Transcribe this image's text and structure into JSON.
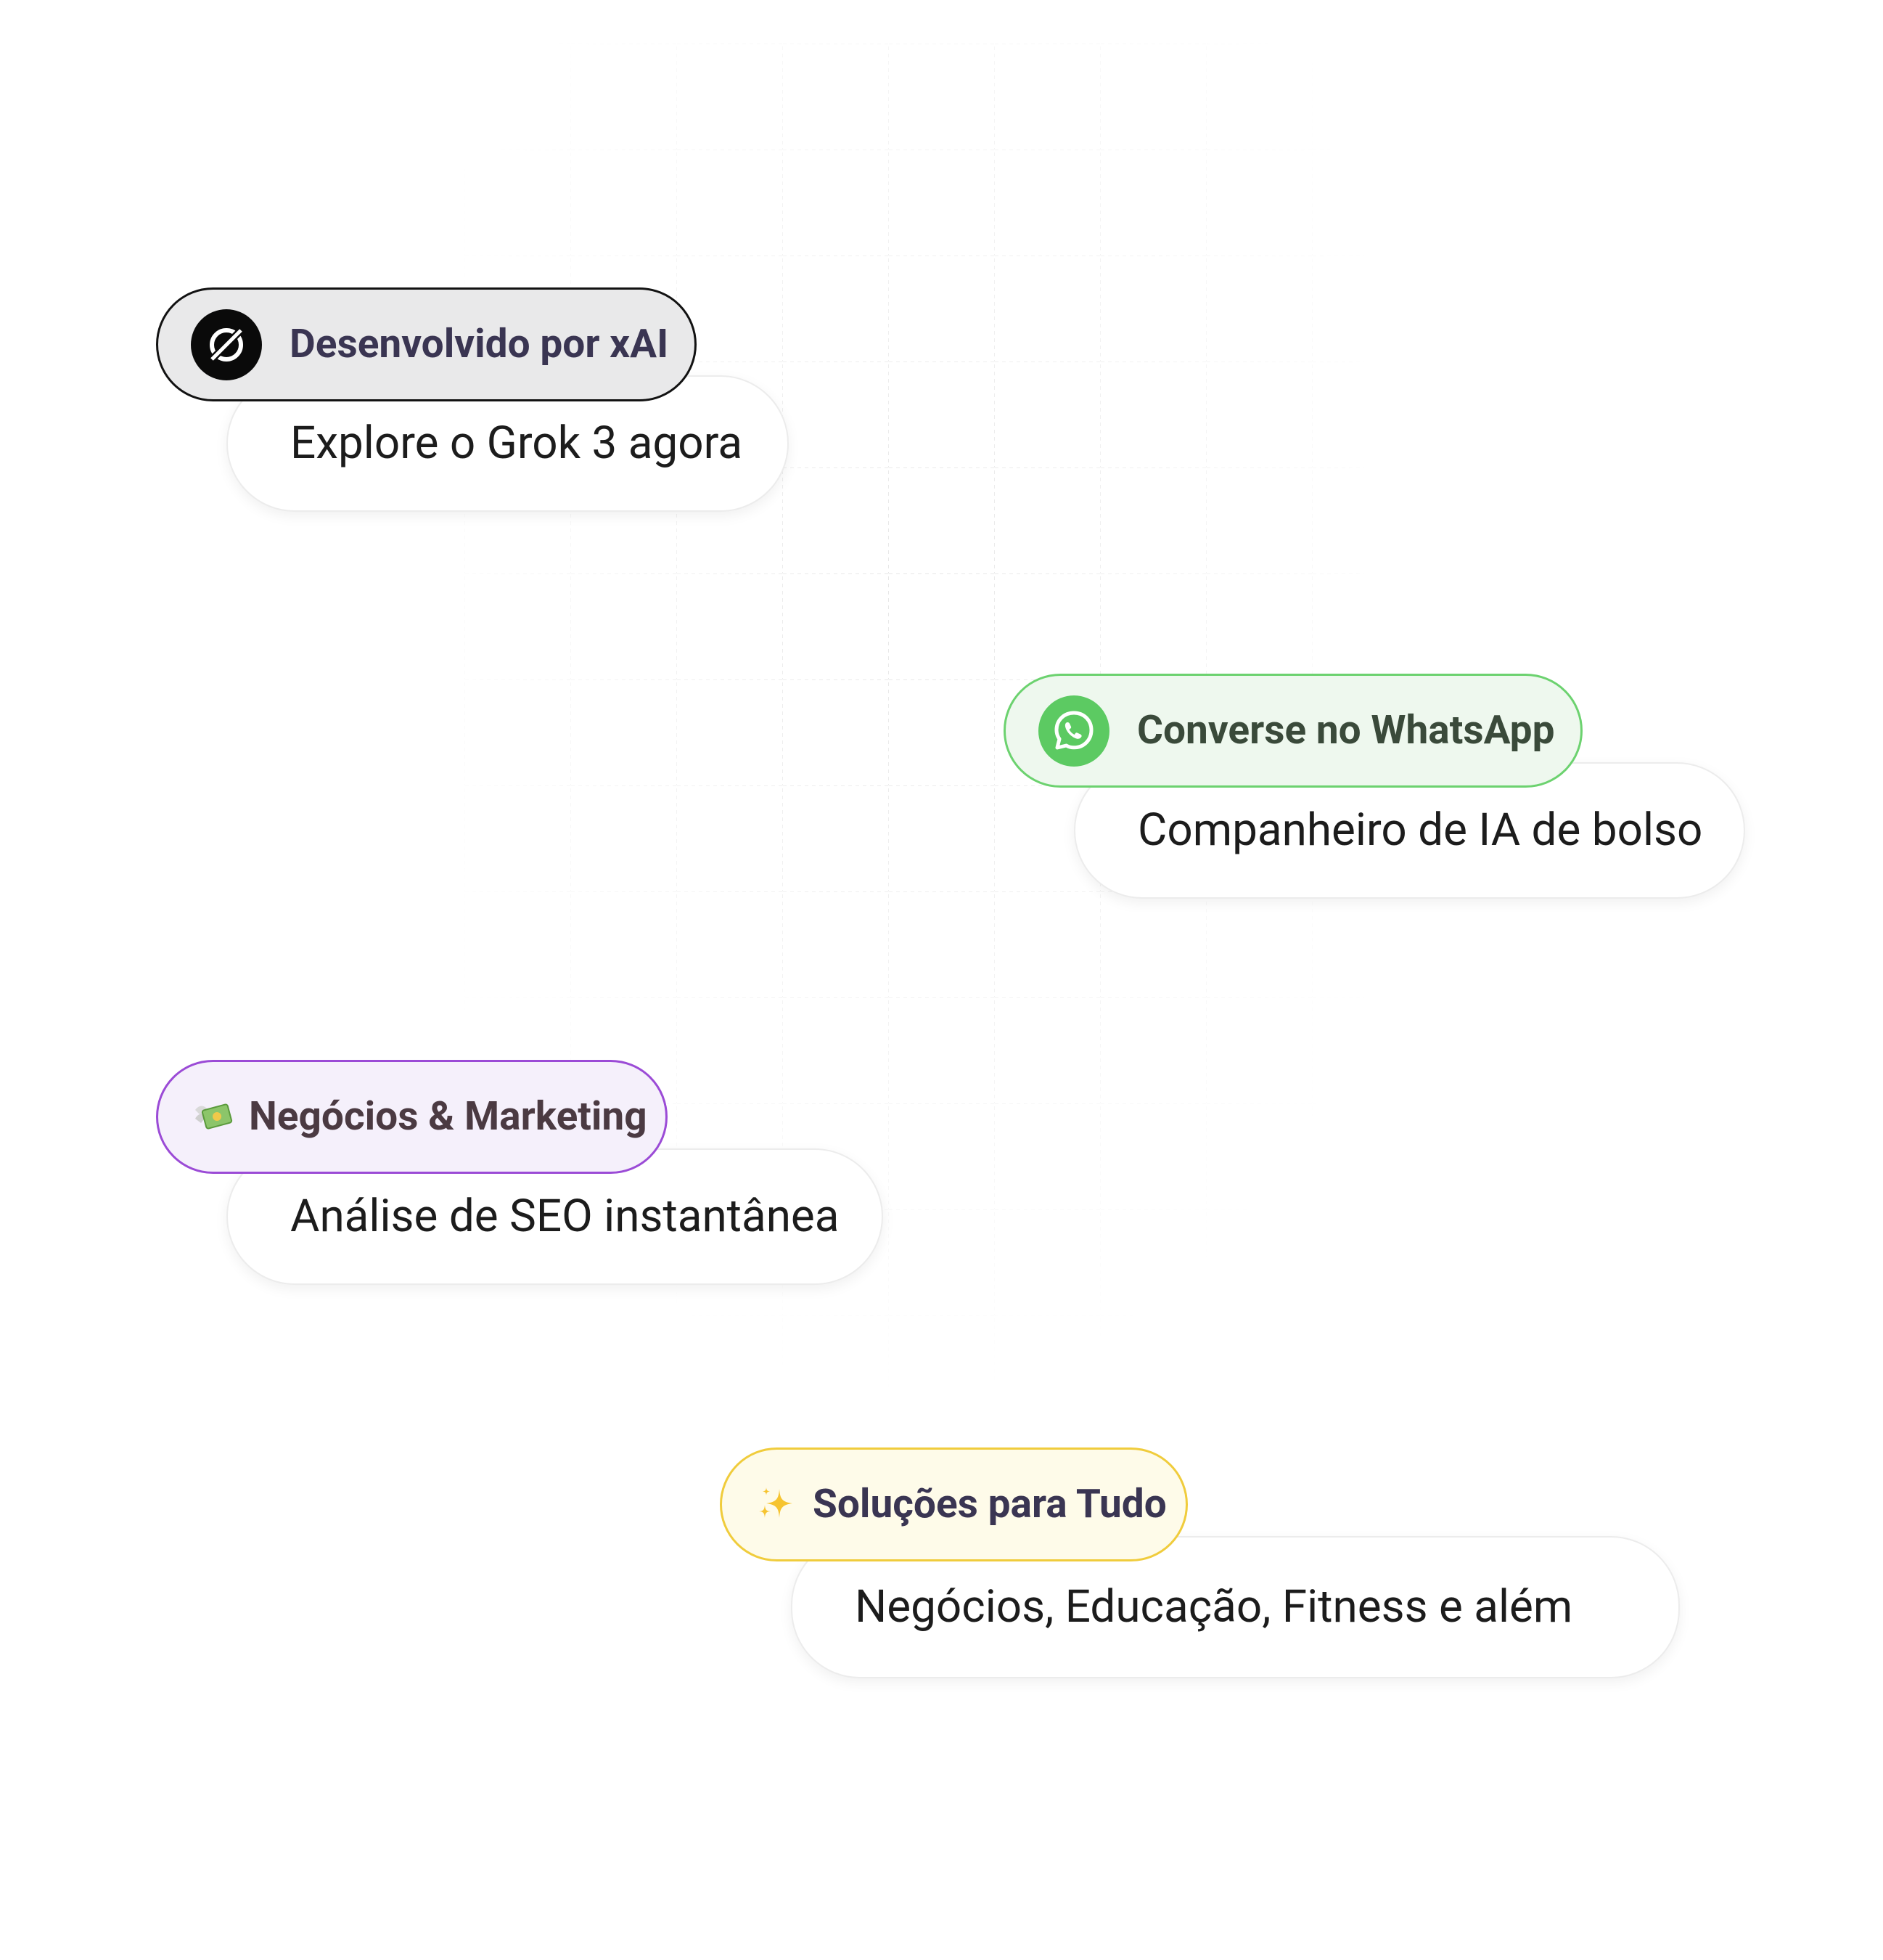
{
  "cards": [
    {
      "tag_label": "Desenvolvido por xAI",
      "tag_icon": "xai-logo-icon",
      "description": "Explore o Grok 3 agora",
      "accent": "#121212"
    },
    {
      "tag_label": "Converse no WhatsApp",
      "tag_icon": "whatsapp-icon",
      "description": "Companheiro de IA de bolso",
      "accent": "#6cd26f"
    },
    {
      "tag_label": "Negócios & Marketing",
      "tag_icon": "money-with-wings-icon",
      "description": "Análise de SEO instantânea",
      "accent": "#9b4bd6"
    },
    {
      "tag_label": "Soluções para Tudo",
      "tag_icon": "sparkles-icon",
      "description": "Negócios, Educação, Fitness e além",
      "accent": "#f0cc3c"
    }
  ]
}
